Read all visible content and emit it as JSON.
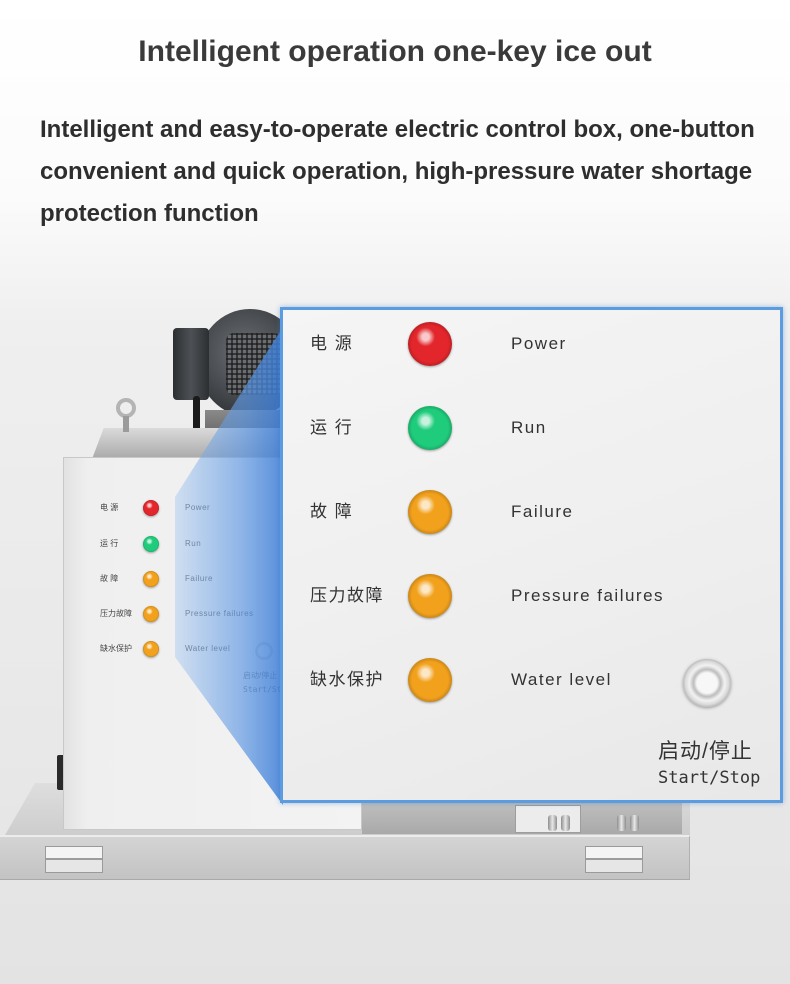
{
  "title": "Intelligent operation one-key ice out",
  "description_lines": [
    "Intelligent and easy-to-operate electric control box, one-button",
    "convenient and quick operation, high-pressure water shortage",
    "protection function"
  ],
  "control_panel": {
    "indicators": [
      {
        "label_cn": "电 源",
        "label_en": "Power",
        "lamp_color": "#e3262b"
      },
      {
        "label_cn": "运 行",
        "label_en": "Run",
        "lamp_color": "#1fcc7c"
      },
      {
        "label_cn": "故 障",
        "label_en": "Failure",
        "lamp_color": "#f2a11c"
      },
      {
        "label_cn": "压力故障",
        "label_en": "Pressure failures",
        "lamp_color": "#f2a11c"
      },
      {
        "label_cn": "缺水保护",
        "label_en": "Water level",
        "lamp_color": "#f2a11c"
      }
    ],
    "button_label_cn": "启动/停止",
    "button_label_en": "Start/Stop"
  },
  "colors": {
    "callout_border": "#5b9be0"
  }
}
